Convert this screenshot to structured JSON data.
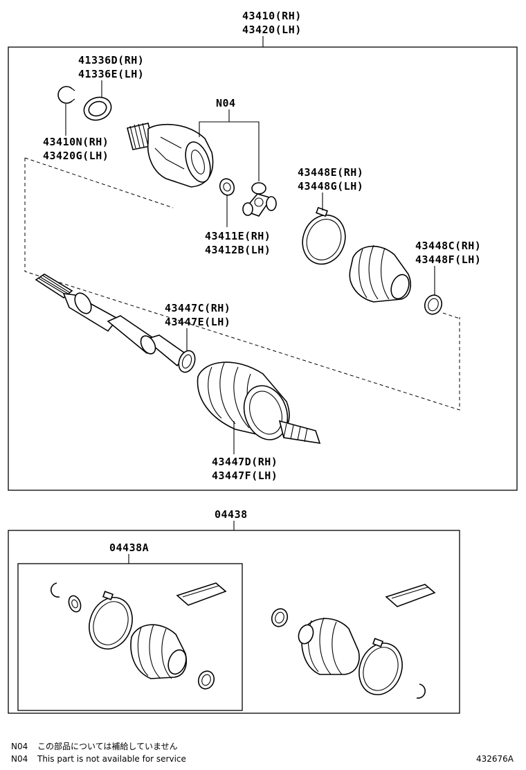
{
  "assembly": {
    "top_label": {
      "rh": "43410(RH)",
      "lh": "43420(LH)"
    },
    "labels": {
      "dust_seal": {
        "rh": "41336D(RH)",
        "lh": "41336E(LH)"
      },
      "inboard_joint": {
        "rh": "43410N(RH)",
        "lh": "43420G(LH)"
      },
      "group_code": "N04",
      "snap_ring": {
        "rh": "43411E(RH)",
        "lh": "43412B(LH)"
      },
      "inboard_clamp": {
        "rh": "43448E(RH)",
        "lh": "43448G(LH)"
      },
      "inboard_small_clamp": {
        "rh": "43448C(RH)",
        "lh": "43448F(LH)"
      },
      "outboard_clamp": {
        "rh": "43447C(RH)",
        "lh": "43447E(LH)"
      },
      "outboard_boot": {
        "rh": "43447D(RH)",
        "lh": "43447F(LH)"
      }
    }
  },
  "kit": {
    "label": "04438",
    "sub_label": "04438A"
  },
  "notes": [
    {
      "code": "N04",
      "text": "この部品については補給していません"
    },
    {
      "code": "N04",
      "text": "This part is not available for service"
    }
  ],
  "diagram_id": "432676A"
}
